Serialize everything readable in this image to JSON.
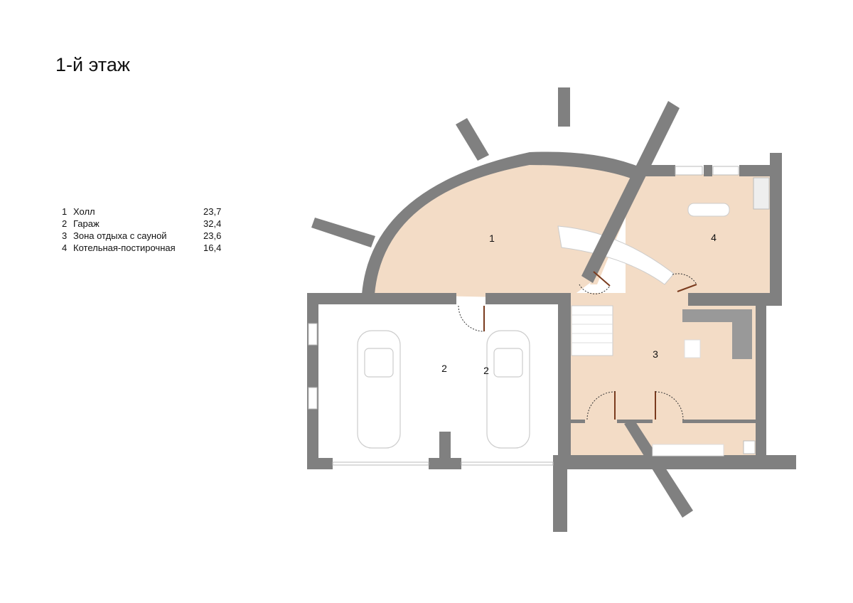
{
  "title": "1-й этаж",
  "legend": [
    {
      "num": "1",
      "name": "Холл",
      "area": "23,7"
    },
    {
      "num": "2",
      "name": "Гараж",
      "area": "32,4"
    },
    {
      "num": "3",
      "name": "Зона отдыха с сауной",
      "area": "23,6"
    },
    {
      "num": "4",
      "name": "Котельная-постирочная",
      "area": "16,4"
    }
  ],
  "plan": {
    "labels": {
      "hall": "1",
      "garage_a": "2",
      "garage_b": "2",
      "lounge": "3",
      "boiler": "4"
    },
    "colors": {
      "wall": "#808080",
      "floor": "#f3dcc6",
      "door": "#7a3b1e"
    }
  }
}
